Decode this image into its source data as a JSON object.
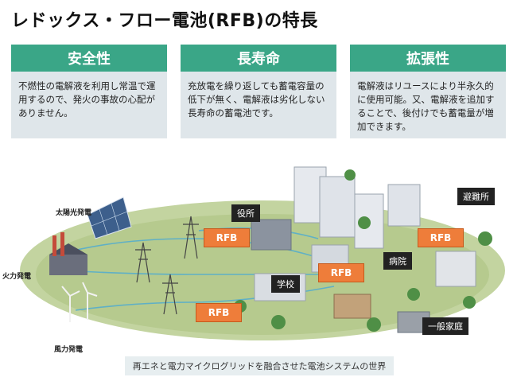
{
  "title": "レドックス・フロー電池(RFB)の特長",
  "features": [
    {
      "heading": "安全性",
      "body": "不燃性の電解液を利用し常温で運用するので、発火の事故の心配がありません。"
    },
    {
      "heading": "長寿命",
      "body": "充放電を繰り返しても蓄電容量の低下が無く、電解液は劣化しない長寿命の蓄電池です。"
    },
    {
      "heading": "拡張性",
      "body": "電解液はリユースにより半永久的に使用可能。又、電解液を追加することで、後付けでも蓄電量が増加できます。"
    }
  ],
  "illustration": {
    "source_labels": {
      "solar": "太陽光発電",
      "thermal": "火力発電",
      "wind": "風力発電"
    },
    "facility_tags": {
      "city_hall": "役所",
      "shelter": "避難所",
      "hospital": "病院",
      "school": "学校",
      "home": "一般家庭"
    },
    "battery_label": "RFB",
    "caption": "再エネと電力マイクログリッドを融合させた電池システムの世界"
  },
  "colors": {
    "accent_green": "#3aa687",
    "card_bg": "#dfe6ea",
    "rfb_orange": "#ee7d3a",
    "tag_black": "#222222"
  }
}
